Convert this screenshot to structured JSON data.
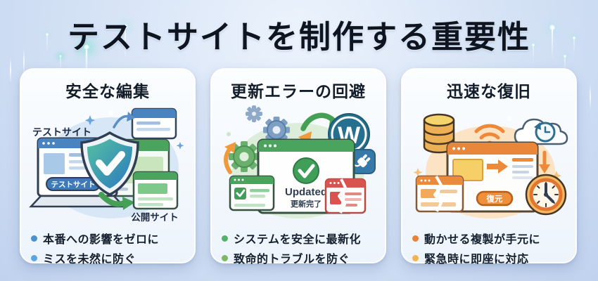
{
  "title": "テストサイトを制作する重要性",
  "background": {
    "base": "#c0d2ee",
    "highlight": "#ecf3fc"
  },
  "status_colors": {
    "error_red": "#d9534f",
    "success_green": "#3f9e58"
  },
  "cards": [
    {
      "heading": "安全な編集",
      "accent_color": "#4a84c0",
      "illustration": {
        "test_site_label": "テストサイト",
        "pill_label": "テストサイト",
        "public_site_label": "公開サイト",
        "icons": [
          "laptop-icon",
          "shield-check-icon",
          "staging-window-icon",
          "live-site-window-icon",
          "published-window-icon",
          "curved-arrow-icon",
          "sparkle-icon"
        ]
      },
      "bullets": [
        {
          "text": "本番への影響をゼロに",
          "color": "#4a90d2"
        },
        {
          "text": "ミスを未然に防ぐ",
          "color": "#5aa5dd"
        }
      ]
    },
    {
      "heading": "更新エラーの回避",
      "accent_color": "#4aa45e",
      "illustration": {
        "updated_label": "Updated",
        "update_complete_label": "更新完了",
        "wordpress_letter": "W",
        "icons": [
          "gear-icon",
          "sync-arrows-icon",
          "wordpress-icon",
          "plugin-icon",
          "updated-window-icon",
          "checklist-window-icon",
          "broken-window-icon",
          "curved-arrow-icon"
        ]
      },
      "bullets": [
        {
          "text": "システムを安全に最新化",
          "color": "#55b06a"
        },
        {
          "text": "致命的トラブルを防ぐ",
          "color": "#7db863"
        }
      ]
    },
    {
      "heading": "迅速な復旧",
      "accent_color": "#e8873a",
      "illustration": {
        "restore_label": "復元",
        "icons": [
          "database-icon",
          "wifi-icon",
          "cloud-restore-icon",
          "restore-window-icon",
          "broken-window-icon",
          "clock-icon",
          "down-arrow-icon",
          "sparkle-icon"
        ]
      },
      "bullets": [
        {
          "text": "動かせる複製が手元に",
          "color": "#e8813a"
        },
        {
          "text": "緊急時に即座に対応",
          "color": "#f2b44f"
        }
      ]
    }
  ]
}
